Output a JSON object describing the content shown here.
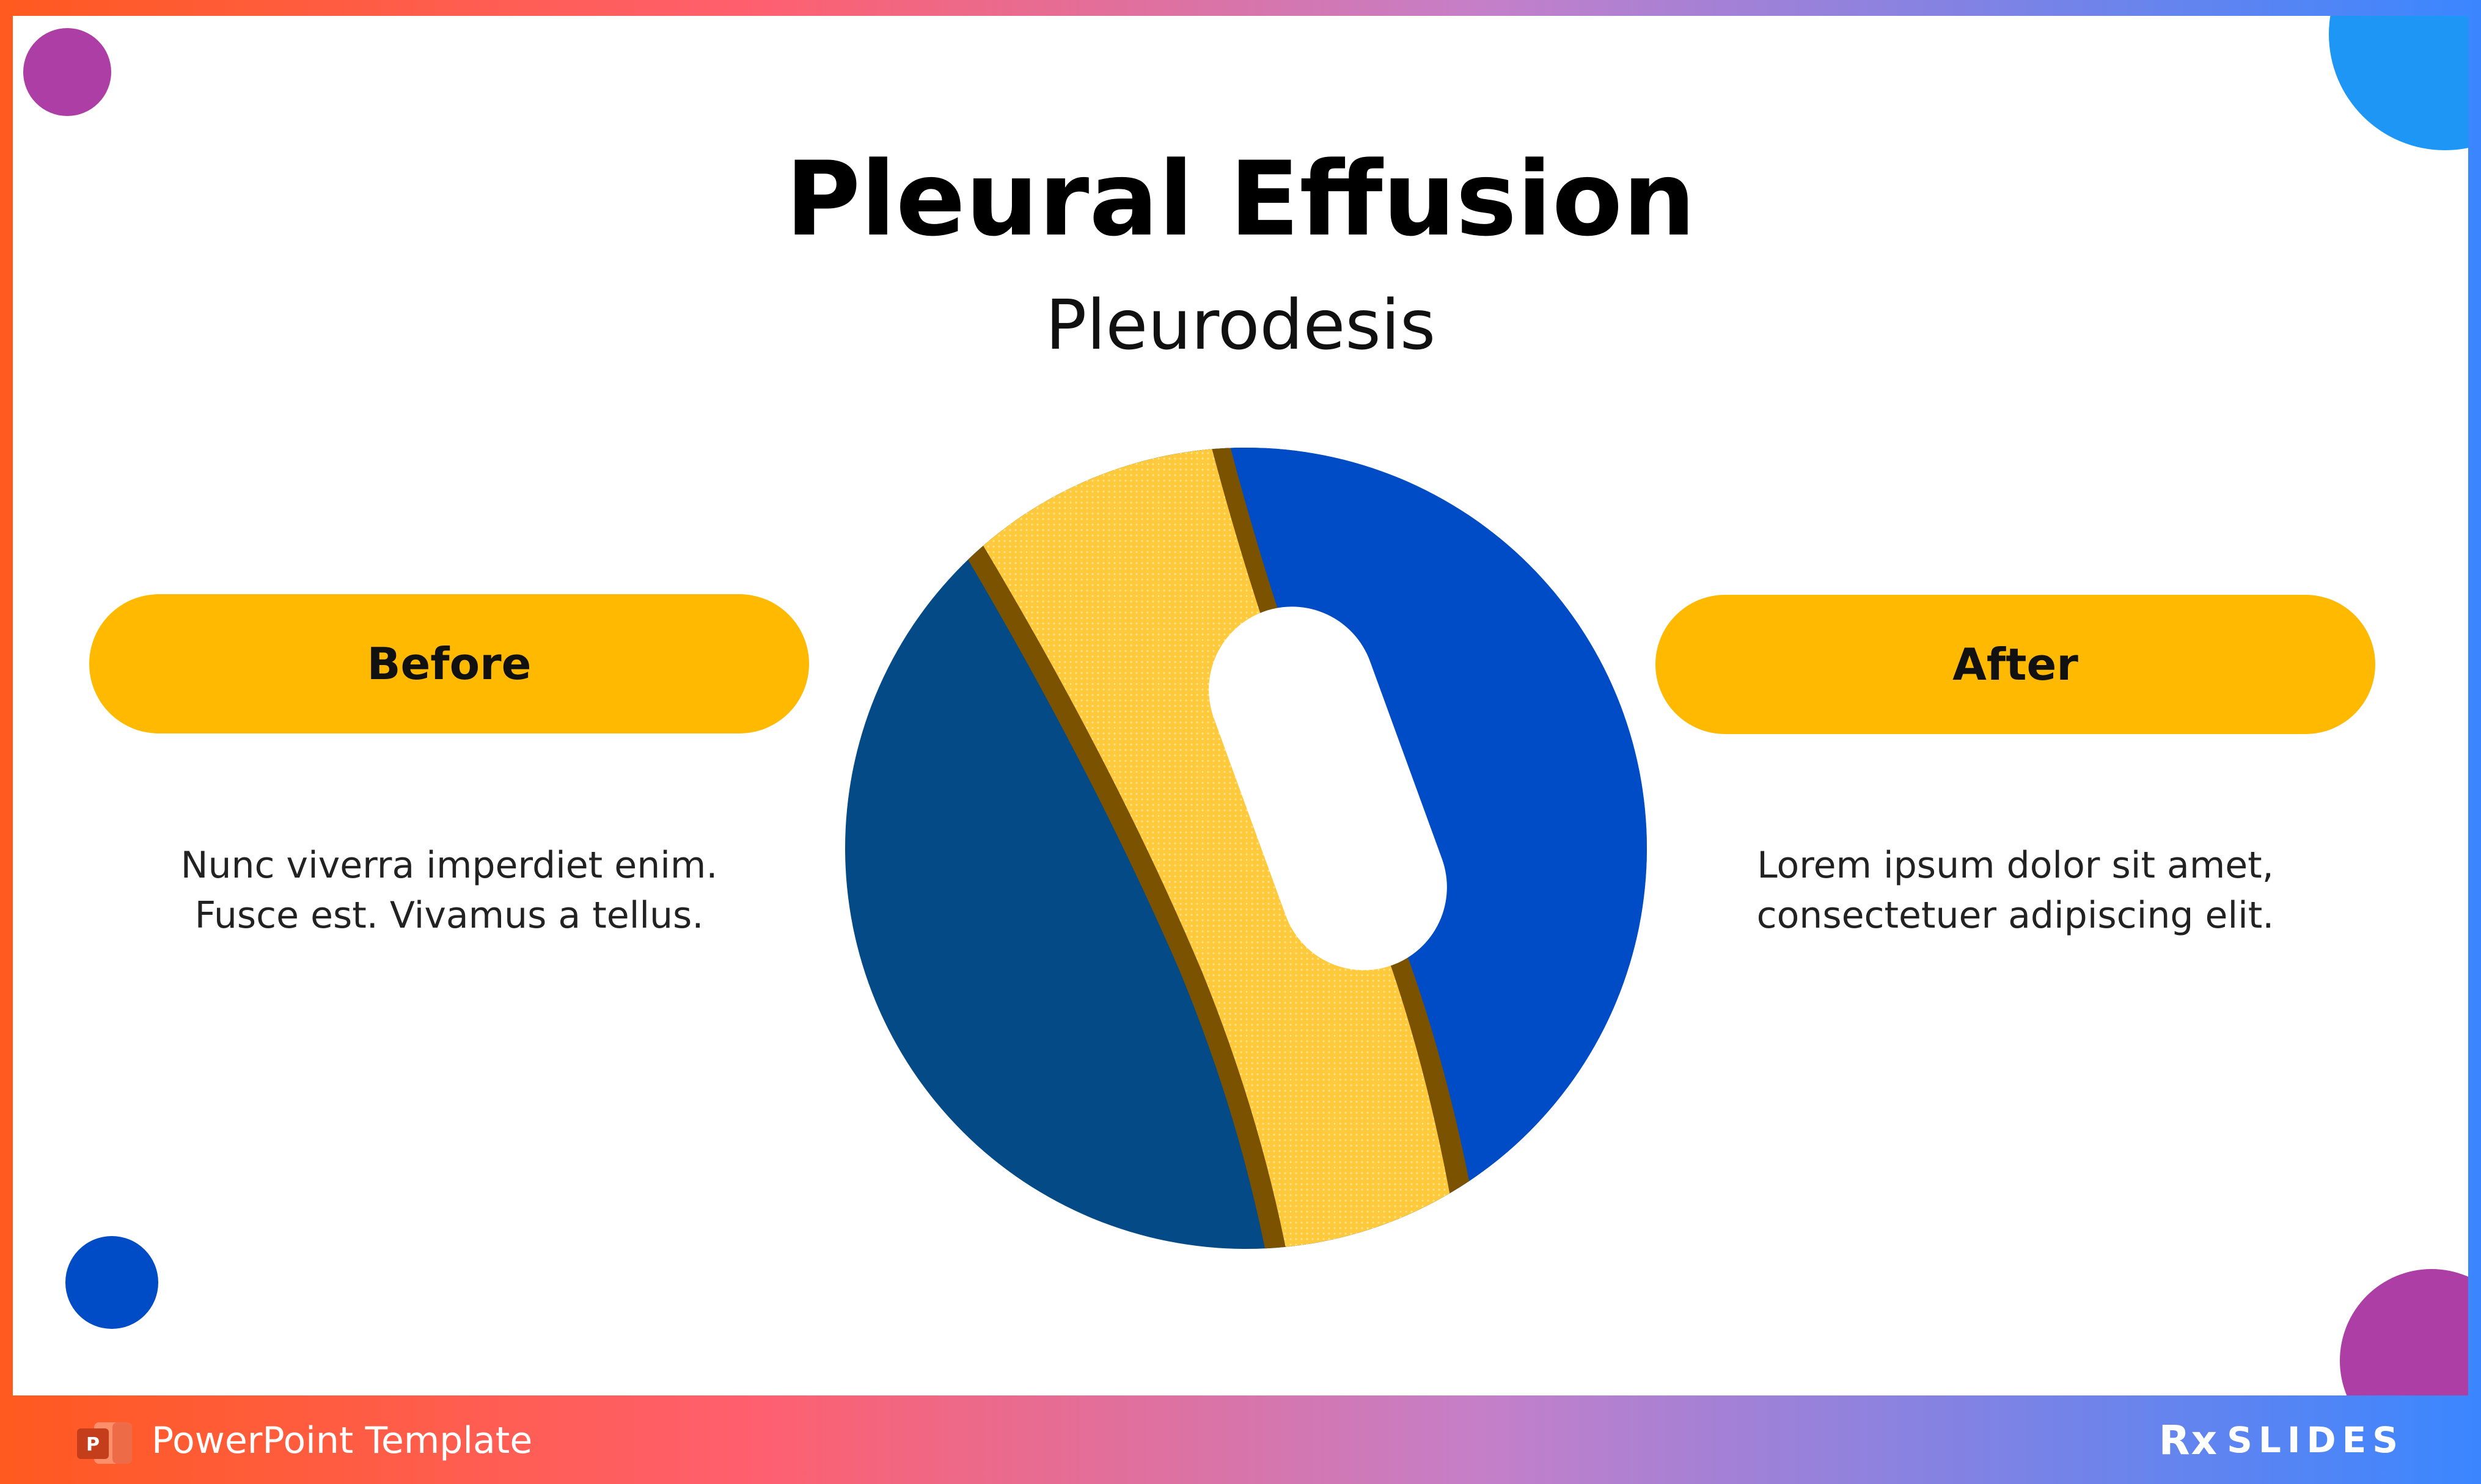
{
  "slide": {
    "title": "Pleural Effusion",
    "subtitle": "Pleurodesis"
  },
  "before": {
    "label": "Before",
    "lines": [
      "Nunc viverra imperdiet enim.",
      "Fusce est. Vivamus a tellus."
    ]
  },
  "after": {
    "label": "After",
    "lines": [
      "Lorem ipsum dolor sit amet,",
      "consectetuer adipiscing elit."
    ]
  },
  "footer": {
    "label": "PowerPoint Template",
    "icon": "powerpoint-icon",
    "brand_mark": "Rx",
    "brand_name": "SLIDES"
  },
  "colors": {
    "accent_yellow": "#ffb900",
    "dark_blue": "#034a86",
    "royal_blue": "#004bc6",
    "light_blue": "#d3e8fc",
    "brown": "#7a5200",
    "magenta": "#ad3ea5",
    "sky_blue": "#1e96f5"
  }
}
